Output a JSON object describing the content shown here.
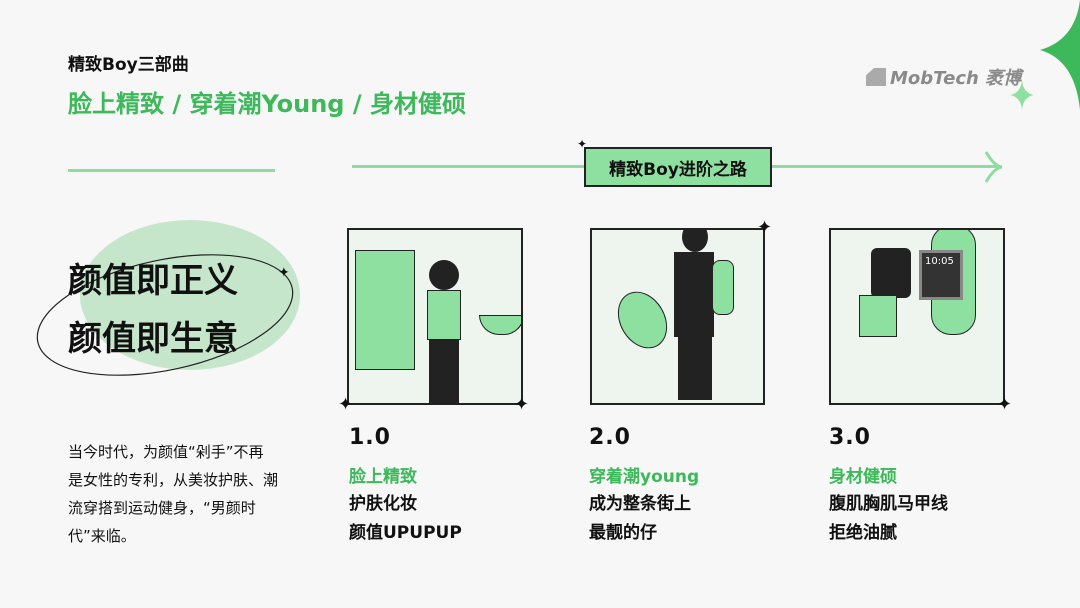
{
  "header": {
    "kicker": "精致Boy三部曲",
    "subtitle": "脸上精致 / 穿着潮Young / 身材健硕",
    "logo": "MobTech 袤博"
  },
  "roadmap": {
    "label": "精致Boy进阶之路"
  },
  "left": {
    "slogan": [
      "颜值即正义",
      "颜值即生意"
    ],
    "paragraph": "当今时代，为颜值“剁手”不再是女性的专利，从美妆护肤、潮流穿搭到运动健身，“男颜时代”来临。"
  },
  "cards": [
    {
      "num": "1.0",
      "title": "脸上精致",
      "lines": [
        "护肤化妆",
        "颜值UPUPUP"
      ]
    },
    {
      "num": "2.0",
      "title": "穿着潮young",
      "lines": [
        "成为整条街上",
        "最靓的仔"
      ]
    },
    {
      "num": "3.0",
      "title": "身材健硕",
      "lines": [
        "腹肌胸肌马甲线",
        "拒绝油腻"
      ]
    }
  ],
  "colors": {
    "accent": "#3db85a",
    "light": "#8de0a0",
    "bg": "#f7f7f7"
  }
}
